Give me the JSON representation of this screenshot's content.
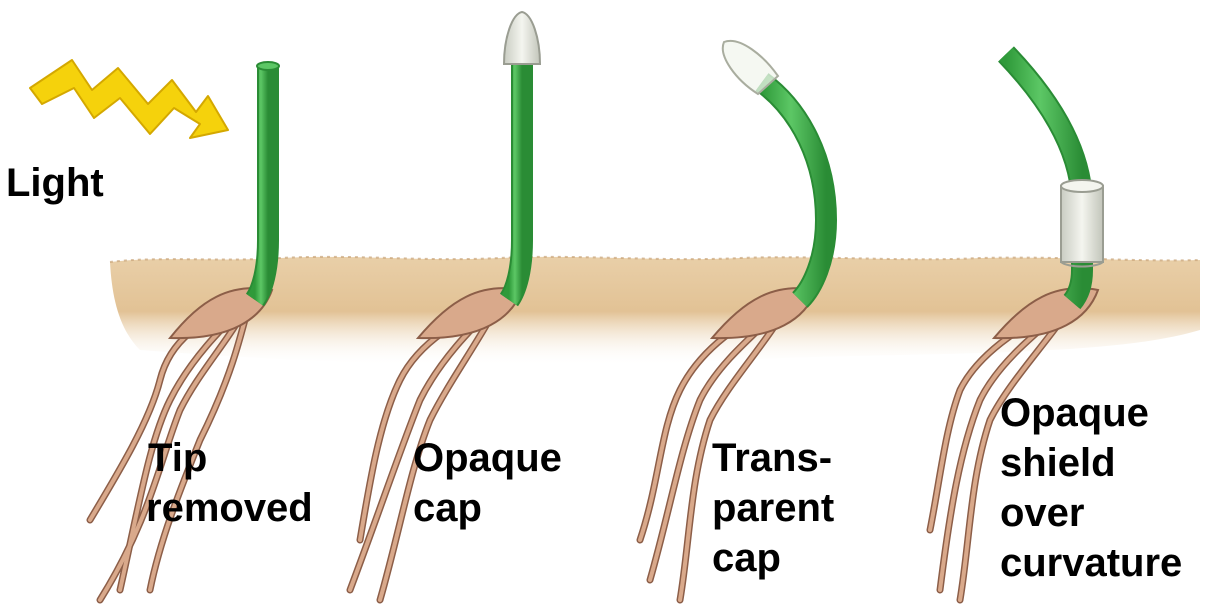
{
  "light_label": "Light",
  "seedlings": [
    {
      "label_lines": [
        "Tip",
        "removed"
      ],
      "treatment": "tip-removed"
    },
    {
      "label_lines": [
        "Opaque",
        "cap"
      ],
      "treatment": "opaque-cap"
    },
    {
      "label_lines": [
        "Trans-",
        "parent",
        "cap"
      ],
      "treatment": "transparent-cap"
    },
    {
      "label_lines": [
        "Opaque",
        "shield",
        "over",
        "curvature"
      ],
      "treatment": "opaque-shield"
    }
  ],
  "colors": {
    "light_bolt": "#f5d20c",
    "light_bolt_outline": "#d4a800",
    "shoot_green": "#3fae49",
    "shoot_highlight": "#8fd88f",
    "soil": "#e6c9a0",
    "soil_dark": "#c8a276",
    "root": "#c8977a",
    "root_outline": "#8c5e48",
    "cap_opaque": "#e9ebe4",
    "cap_transparent": "#f2f6ee"
  }
}
